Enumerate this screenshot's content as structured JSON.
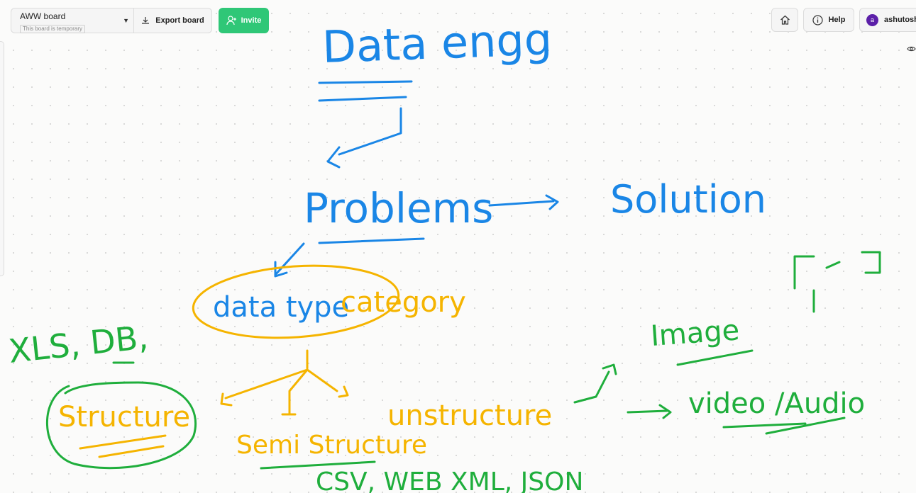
{
  "header": {
    "board_title": "AWW board",
    "board_status": "This board is temporary",
    "export_label": "Export board",
    "invite_label": "Invite",
    "help_label": "Help",
    "user_name": "ashutosh",
    "user_initial": "a"
  },
  "icons": {
    "dropdown": "chevron-down-icon",
    "export": "download-icon",
    "invite": "add-user-icon",
    "home": "home-icon",
    "help": "info-icon",
    "view": "eye-icon"
  },
  "colors": {
    "invite_green": "#2fc777",
    "ink_blue": "#1a86e6",
    "ink_orange": "#f5b400",
    "ink_green": "#1fae3c",
    "avatar_purple": "#5b1fa8"
  },
  "canvas": {
    "text": {
      "title": "Data engg",
      "problems": "Problems",
      "solution": "Solution",
      "data_type": "data type",
      "category": "category",
      "xls_db": "XLS, DB,",
      "structure": "Structure",
      "semi_structure": "Semi Structure",
      "unstructure": "unstructure",
      "formats": "CSV, WEB XML, JSON",
      "image": "Image",
      "video_audio": "video /Audio"
    }
  }
}
